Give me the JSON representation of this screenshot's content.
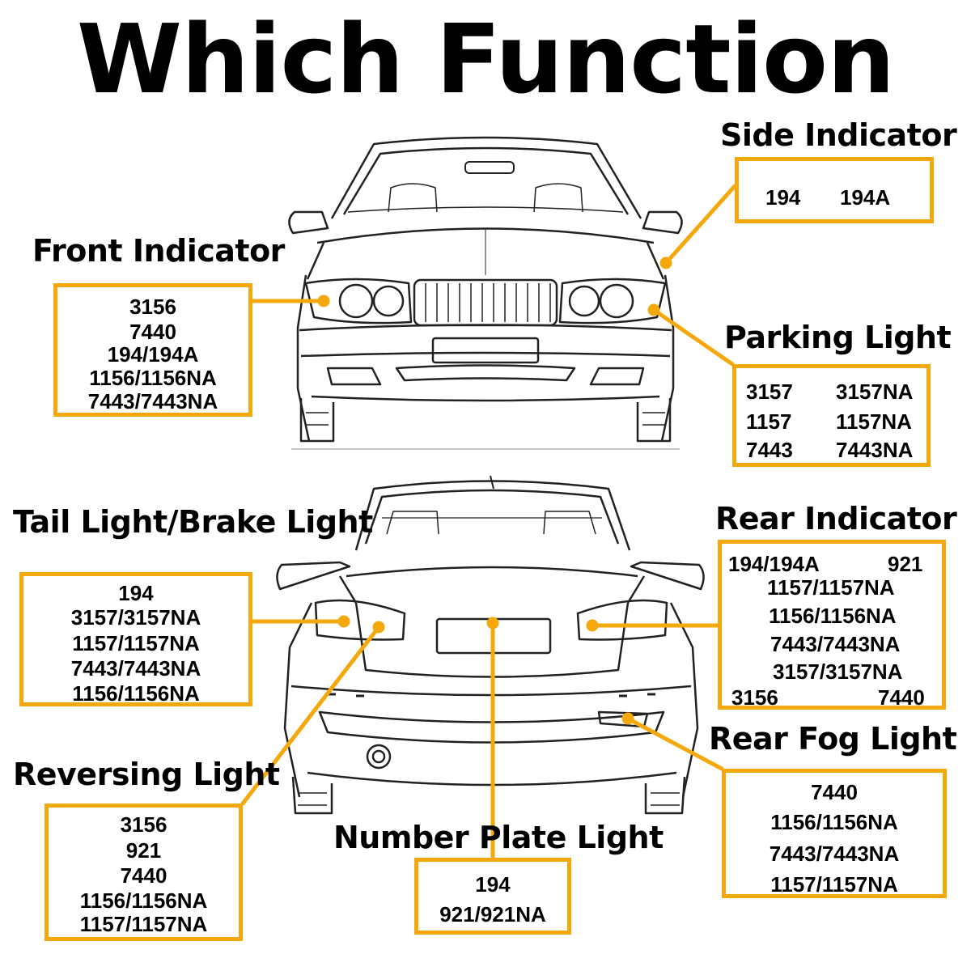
{
  "title": "Which Function",
  "accent_color": "#f5a80b",
  "callouts": {
    "side_indicator": {
      "heading": "Side Indicator",
      "values": [
        "194",
        "194A"
      ]
    },
    "front_indicator": {
      "heading": "Front Indicator",
      "values": [
        "3156",
        "7440",
        "194/194A",
        "1156/1156NA",
        "7443/7443NA"
      ]
    },
    "parking_light": {
      "heading": "Parking Light",
      "values": [
        "3157",
        "3157NA",
        "1157",
        "1157NA",
        "7443",
        "7443NA"
      ]
    },
    "tail_light": {
      "heading": "Tail Light/Brake Light",
      "values": [
        "194",
        "3157/3157NA",
        "1157/1157NA",
        "7443/7443NA",
        "1156/1156NA"
      ]
    },
    "rear_indicator": {
      "heading": "Rear Indicator",
      "values": [
        "194/194A",
        "921",
        "1157/1157NA",
        "1156/1156NA",
        "7443/7443NA",
        "3157/3157NA",
        "3156",
        "7440"
      ]
    },
    "rear_fog_light": {
      "heading": "Rear Fog Light",
      "values": [
        "7440",
        "1156/1156NA",
        "7443/7443NA",
        "1157/1157NA"
      ]
    },
    "reversing_light": {
      "heading": "Reversing Light",
      "values": [
        "3156",
        "921",
        "7440",
        "1156/1156NA",
        "1157/1157NA"
      ]
    },
    "number_plate_light": {
      "heading": "Number Plate Light",
      "values": [
        "194",
        "921/921NA"
      ]
    }
  }
}
